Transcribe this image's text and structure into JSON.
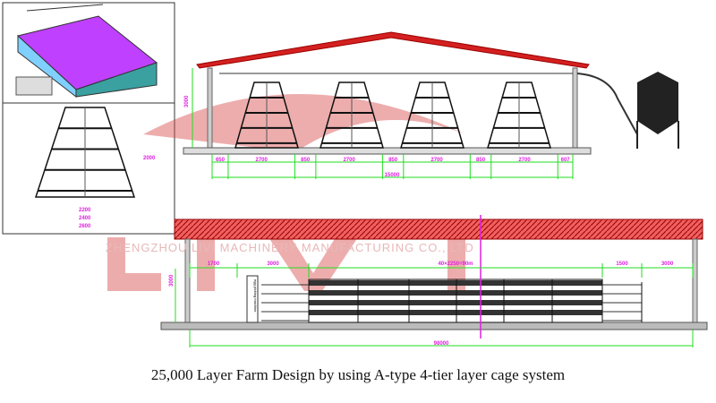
{
  "caption": "25,000 Layer Farm Design by using A-type 4-tier layer cage system",
  "watermark": {
    "company": "ZHENGZHOU LIVI MACHINERY MANUFACTURING CO., LTD",
    "logo": "LIVI"
  },
  "colors": {
    "dimension_line": "#22dd22",
    "dimension_text": "#e020e0",
    "roof": "#d42020",
    "watermark": "#e8a8a8",
    "frame": "#111111"
  },
  "section_dims": {
    "segments": [
      "650",
      "2700",
      "850",
      "2700",
      "850",
      "2700",
      "850",
      "2700",
      "607"
    ],
    "total": "15000",
    "height": "3000"
  },
  "plan_dims": {
    "segments": [
      "1700",
      "3000",
      "40×2250=90m",
      "1500",
      "3000"
    ],
    "total": "98000",
    "height": "3000",
    "room_label": "egg picking machine"
  },
  "inset_dims": {
    "bottom": [
      "2200",
      "2400",
      "2600"
    ],
    "side": "2000"
  }
}
